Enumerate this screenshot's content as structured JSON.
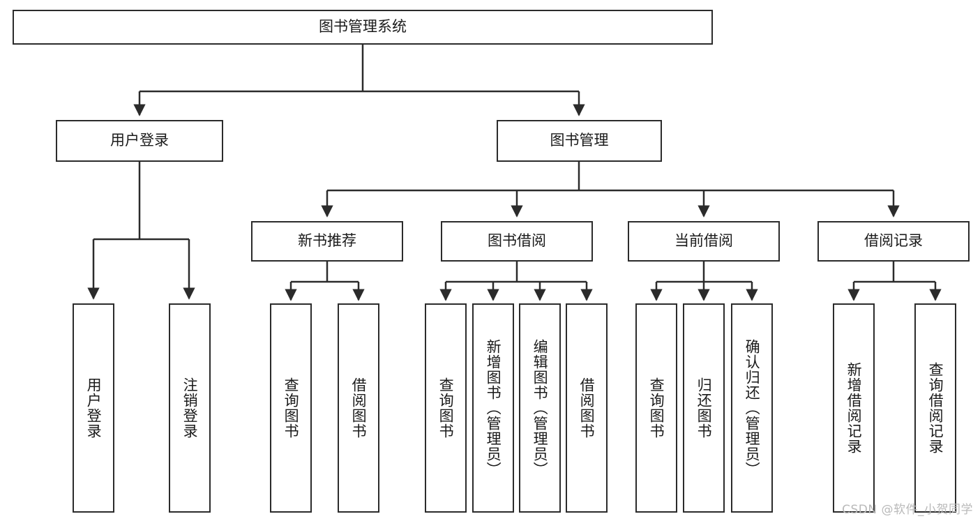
{
  "diagram": {
    "type": "tree",
    "title": "图书管理系统",
    "root": {
      "id": "root",
      "label": "图书管理系统",
      "orientation": "horizontal"
    },
    "level1": [
      {
        "id": "user-login",
        "label": "用户登录",
        "orientation": "horizontal"
      },
      {
        "id": "book-manage",
        "label": "图书管理",
        "orientation": "horizontal"
      }
    ],
    "level2": [
      {
        "id": "new-book-rec",
        "label": "新书推荐",
        "parent": "book-manage",
        "orientation": "horizontal"
      },
      {
        "id": "book-borrow",
        "label": "图书借阅",
        "parent": "book-manage",
        "orientation": "horizontal"
      },
      {
        "id": "current-borrow",
        "label": "当前借阅",
        "parent": "book-manage",
        "orientation": "horizontal"
      },
      {
        "id": "borrow-record",
        "label": "借阅记录",
        "parent": "book-manage",
        "orientation": "horizontal"
      }
    ],
    "leaves": [
      {
        "id": "leaf-user-login",
        "label": "用户登录",
        "parent": "user-login",
        "orientation": "vertical"
      },
      {
        "id": "leaf-user-logout",
        "label": "注销登录",
        "parent": "user-login",
        "orientation": "vertical"
      },
      {
        "id": "leaf-query-book-1",
        "label": "查询图书",
        "parent": "new-book-rec",
        "orientation": "vertical"
      },
      {
        "id": "leaf-borrow-book-1",
        "label": "借阅图书",
        "parent": "new-book-rec",
        "orientation": "vertical"
      },
      {
        "id": "leaf-query-book-2",
        "label": "查询图书",
        "parent": "book-borrow",
        "orientation": "vertical"
      },
      {
        "id": "leaf-add-book",
        "label": "新增图书（管理员）",
        "parent": "book-borrow",
        "orientation": "vertical"
      },
      {
        "id": "leaf-edit-book",
        "label": "编辑图书（管理员）",
        "parent": "book-borrow",
        "orientation": "vertical"
      },
      {
        "id": "leaf-borrow-book-2",
        "label": "借阅图书",
        "parent": "book-borrow",
        "orientation": "vertical"
      },
      {
        "id": "leaf-query-book-3",
        "label": "查询图书",
        "parent": "current-borrow",
        "orientation": "vertical"
      },
      {
        "id": "leaf-return-book",
        "label": "归还图书",
        "parent": "current-borrow",
        "orientation": "vertical"
      },
      {
        "id": "leaf-confirm-return",
        "label": "确认归还（管理员）",
        "parent": "current-borrow",
        "orientation": "vertical"
      },
      {
        "id": "leaf-add-record",
        "label": "新增借阅记录",
        "parent": "borrow-record",
        "orientation": "vertical"
      },
      {
        "id": "leaf-query-record",
        "label": "查询借阅记录",
        "parent": "borrow-record",
        "orientation": "vertical"
      }
    ],
    "colors": {
      "stroke": "#2b2b2b",
      "fill": "#ffffff",
      "text": "#1a1a1a",
      "watermark": "#b9b9b9"
    }
  },
  "watermark": {
    "text": "CSDN @软件_小贺同学"
  }
}
